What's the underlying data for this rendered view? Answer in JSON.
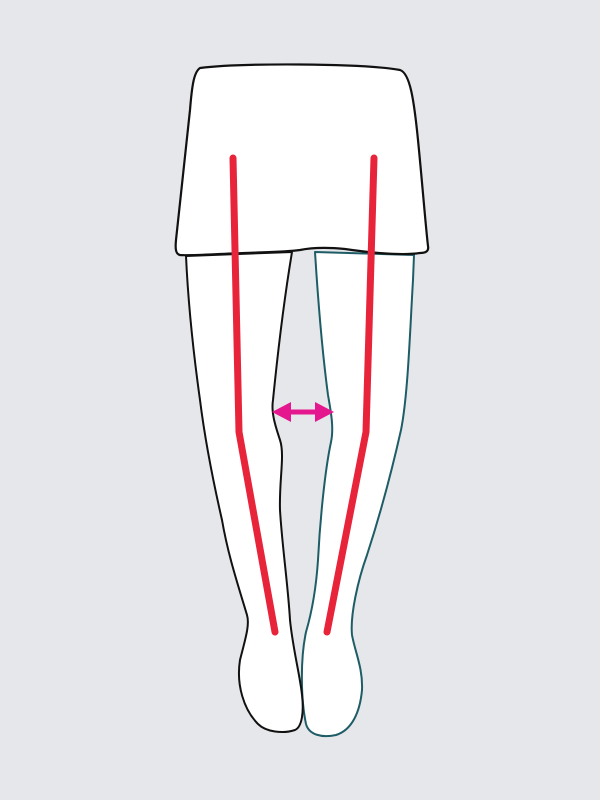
{
  "colors": {
    "background": "#E6E7EB",
    "body_fill": "#FFFFFF",
    "outline_left": "#111111",
    "outline_right": "#1E5C66",
    "axis_line": "#E8243A",
    "gap_arrow": "#E5178E"
  },
  "diagram": {
    "subject": "legs-front-view",
    "elements": [
      "skirt",
      "left-leg",
      "right-leg",
      "left-leg-axis",
      "right-leg-axis",
      "knee-gap-arrow"
    ]
  }
}
